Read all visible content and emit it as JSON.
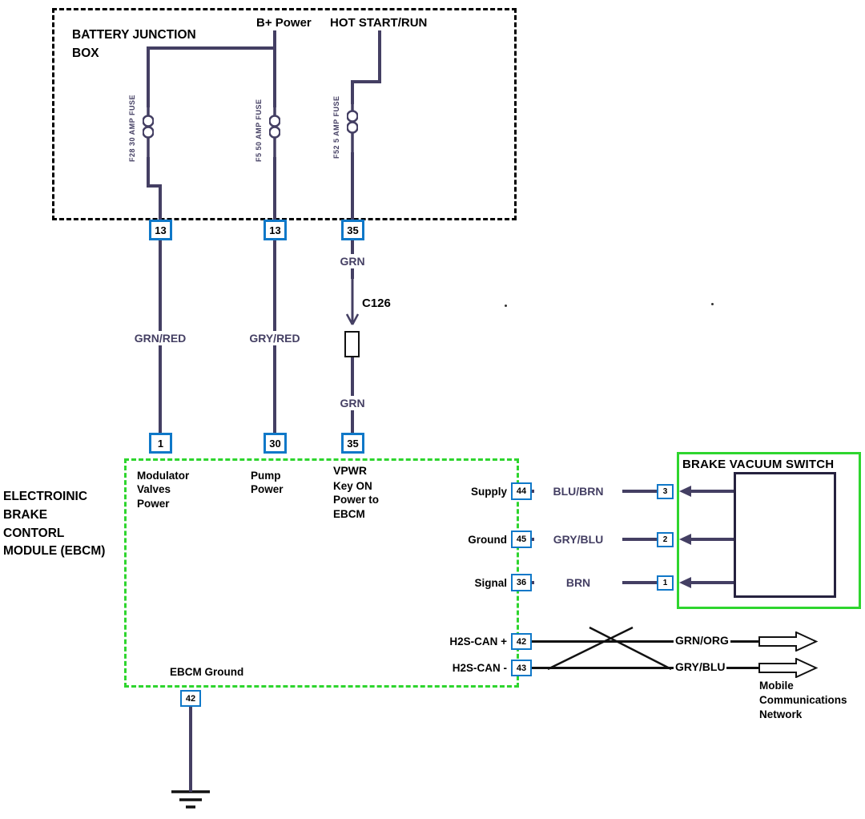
{
  "colors": {
    "wire": "#443f63",
    "pin": "#0f78c8",
    "green": "#2ed52e"
  },
  "battery_junction_box": {
    "title": "BATTERY JUNCTION BOX",
    "fuse1_label": "F28 30 AMP FUSE",
    "fuse2_label": "F5 50 AMP FUSE",
    "fuse3_label": "F52 5 AMP FUSE",
    "pin1": "13",
    "pin2": "13",
    "pin3": "35"
  },
  "feeds": {
    "b_plus": "B+ Power",
    "hot_start_run": "HOT START/RUN"
  },
  "wire_labels": {
    "w1": "GRN/RED",
    "w2": "GRY/RED",
    "w3a": "GRN",
    "w3b": "GRN"
  },
  "connector": {
    "label": "C126"
  },
  "ebcm": {
    "side_title": "ELECTROINIC\nBRAKE\nCONTORL\nMODULE (EBCM)",
    "pin_modulator": "1",
    "modulator_label": "Modulator Valves Power",
    "pin_pump": "30",
    "pump_label": "Pump Power",
    "pin_vpwr": "35",
    "vpwr_name": "VPWR",
    "vpwr_desc": "Key ON Power to EBCM",
    "ground_label": "EBCM Ground",
    "ground_pin": "42"
  },
  "brake_vacuum_switch": {
    "title": "BRAKE VACUUM SWITCH"
  },
  "switch_rows": [
    {
      "label": "Supply",
      "ebcm_pin": "44",
      "wire": "BLU/BRN",
      "switch_pin": "3"
    },
    {
      "label": "Ground",
      "ebcm_pin": "45",
      "wire": "GRY/BLU",
      "switch_pin": "2"
    },
    {
      "label": "Signal",
      "ebcm_pin": "36",
      "wire": "BRN",
      "switch_pin": "1"
    }
  ],
  "can_rows": [
    {
      "label": "H2S-CAN +",
      "pin": "42",
      "wire": "GRN/ORG"
    },
    {
      "label": "H2S-CAN -",
      "pin": "43",
      "wire": "GRY/BLU"
    }
  ],
  "network": {
    "label": "Mobile Communications Network"
  }
}
